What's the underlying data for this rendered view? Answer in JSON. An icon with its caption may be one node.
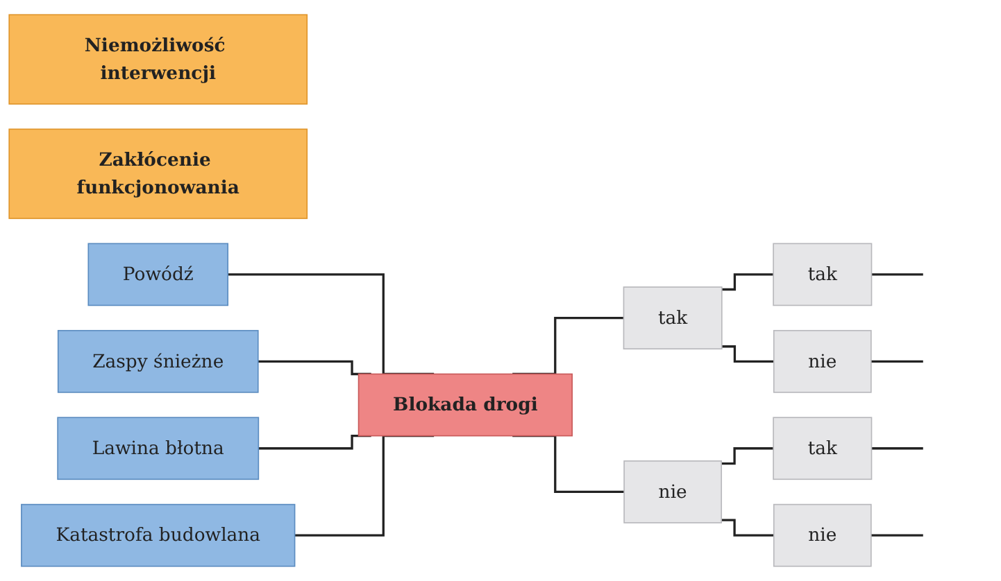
{
  "diagram": {
    "nodes": [
      {
        "text": [
          "Niemożliwość interwencji"
        ]
      },
      {
        "text": [
          "Zakłócenie funkcjonowania"
        ]
      },
      {
        "text": [
          "Powódź"
        ]
      },
      {
        "text": [
          "Zaspy śnieżne"
        ]
      },
      {
        "text": [
          "Lawina błotna"
        ]
      },
      {
        "text": [
          "Katastrofa budowlana"
        ]
      },
      {
        "text": [
          "Blokada drogi"
        ]
      },
      {
        "text": [
          "tak"
        ]
      },
      {
        "text": [
          "nie"
        ]
      },
      {
        "text": [
          "tak"
        ]
      },
      {
        "text": [
          "nie"
        ]
      },
      {
        "text": [
          "tak"
        ]
      },
      {
        "text": [
          "nie"
        ]
      }
    ],
    "edges": [
      {
        "from": 2,
        "to": 6,
        "arrow": "none"
      },
      {
        "from": 3,
        "to": 6,
        "arrow": "none"
      },
      {
        "from": 4,
        "to": 6,
        "arrow": "none"
      },
      {
        "from": 5,
        "to": 6,
        "arrow": "none"
      },
      {
        "from": 6,
        "to": 7,
        "arrow": "none"
      },
      {
        "from": 6,
        "to": 8,
        "arrow": "none"
      },
      {
        "from": 7,
        "to": 9,
        "arrow": "none"
      },
      {
        "from": 7,
        "to": 10,
        "arrow": "none"
      },
      {
        "from": 8,
        "to": 11,
        "arrow": "none"
      },
      {
        "from": 8,
        "to": 12,
        "arrow": "none"
      },
      {
        "from": 9,
        "to": null,
        "arrow": "none"
      },
      {
        "from": 10,
        "to": null,
        "arrow": "none"
      },
      {
        "from": 11,
        "to": null,
        "arrow": "none"
      },
      {
        "from": 12,
        "to": null,
        "arrow": "none"
      }
    ]
  }
}
